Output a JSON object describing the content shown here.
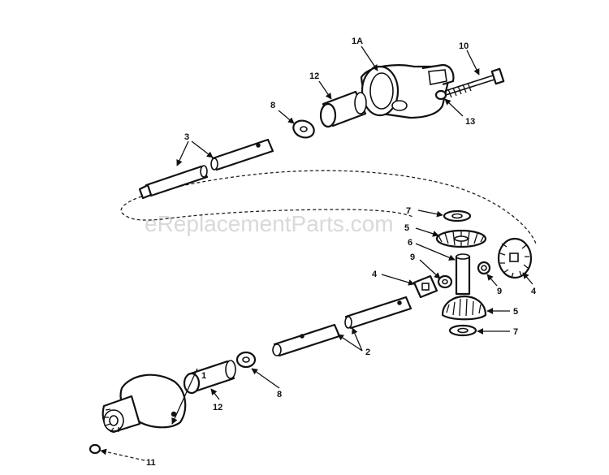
{
  "watermark": "eReplacementParts.com",
  "callouts": {
    "c1A": "1A",
    "c10": "10",
    "c12_top": "12",
    "c8_top": "8",
    "c13": "13",
    "c3": "3",
    "c7_top": "7",
    "c5_top": "5",
    "c6": "6",
    "c9_left": "9",
    "c9_right": "9",
    "c4_left": "4",
    "c4_right": "4",
    "c5_bottom": "5",
    "c7_bottom": "7",
    "c2": "2",
    "c12_bottom": "12",
    "c8_bottom": "8",
    "c1": "1",
    "c11": "11"
  }
}
